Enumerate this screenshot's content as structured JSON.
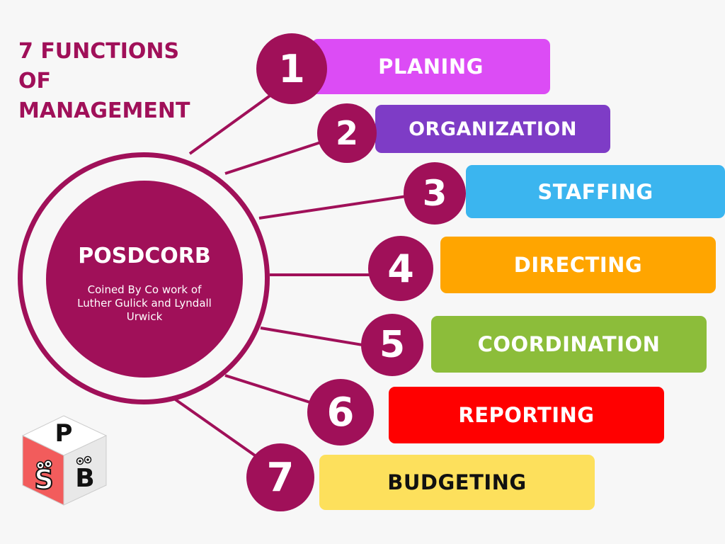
{
  "title": "7 FUNCTIONS\nOF\nMANAGEMENT",
  "hub": {
    "title": "POSDCORB",
    "subtitle": "Coined By Co work of\nLuther Gulick and Lyndall\nUrwick"
  },
  "functions": [
    {
      "number": "1",
      "label": "PLANING",
      "color": "#dc4cf5",
      "text_color": "#ffffff"
    },
    {
      "number": "2",
      "label": "ORGANIZATION",
      "color": "#7e3cc6",
      "text_color": "#ffffff"
    },
    {
      "number": "3",
      "label": "STAFFING",
      "color": "#3bb5ef",
      "text_color": "#ffffff"
    },
    {
      "number": "4",
      "label": "DIRECTING",
      "color": "#ffa500",
      "text_color": "#ffffff"
    },
    {
      "number": "5",
      "label": "COORDINATION",
      "color": "#8cbd3a",
      "text_color": "#ffffff"
    },
    {
      "number": "6",
      "label": "REPORTING",
      "color": "#ff0000",
      "text_color": "#ffffff"
    },
    {
      "number": "7",
      "label": "BUDGETING",
      "color": "#fde05c",
      "text_color": "#111111"
    }
  ],
  "logo": {
    "letters": [
      "P",
      "S",
      "B"
    ]
  },
  "colors": {
    "accent": "#a01059",
    "background": "#f7f7f7"
  }
}
